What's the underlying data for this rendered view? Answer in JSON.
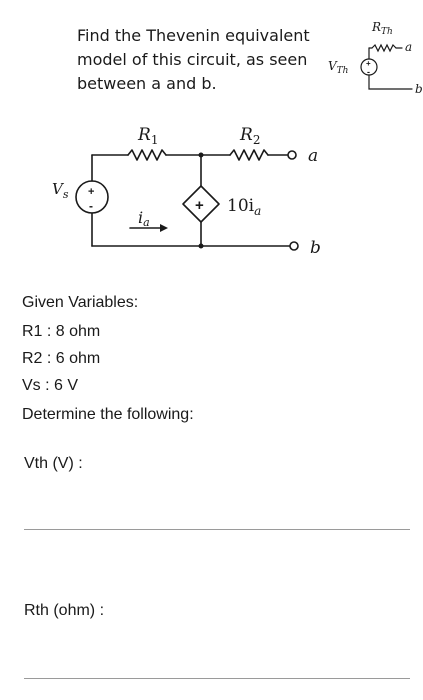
{
  "question": {
    "lines": [
      "Find the Thevenin equivalent",
      "model of this circuit, as seen",
      "between a and b."
    ]
  },
  "circuit": {
    "r1_label": "R",
    "r1_sub": "1",
    "r2_label": "R",
    "r2_sub": "2",
    "vs_label": "V",
    "vs_sub": "s",
    "current_label": "i",
    "current_sub": "a",
    "dep_source_label": "10i",
    "dep_source_sub": "a",
    "node_a": "a",
    "node_b": "b",
    "plus": "+",
    "minus": "-"
  },
  "thevenin_model": {
    "rth_label": "R",
    "rth_sub": "Th",
    "vth_label": "V",
    "vth_sub": "Th",
    "node_a": "a",
    "node_b": "b"
  },
  "given": {
    "heading": "Given Variables:",
    "items": [
      "R1 : 8 ohm",
      "R2 : 6 ohm",
      "Vs : 6 V"
    ]
  },
  "determine": {
    "heading": "Determine the following:",
    "answers": [
      {
        "label": "Vth (V) :",
        "value": ""
      },
      {
        "label": "Rth (ohm) :",
        "value": ""
      }
    ]
  }
}
